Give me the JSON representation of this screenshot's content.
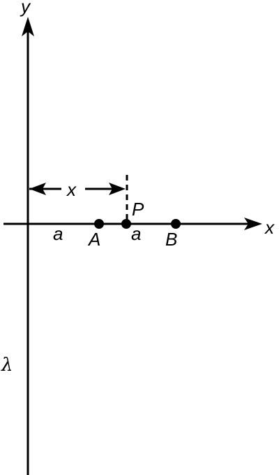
{
  "diagram": {
    "axis_x_label": "x",
    "axis_y_label": "y",
    "distance_label": "x",
    "point_P_label": "P",
    "point_A_label": "A",
    "point_B_label": "B",
    "segment_a_left_label": "a",
    "segment_a_right_label": "a",
    "line_charge_label": "λ",
    "stroke_color": "#000000",
    "background_color": "#ffffff"
  }
}
